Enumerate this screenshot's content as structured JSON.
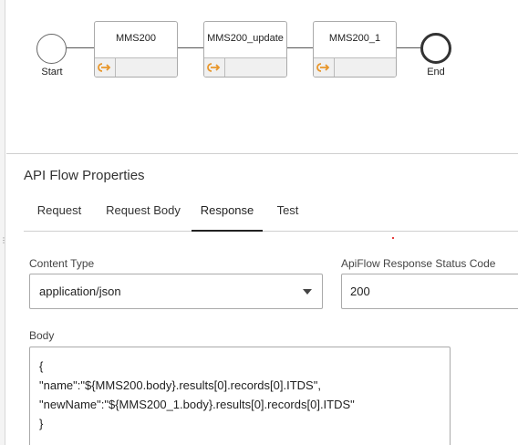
{
  "flow": {
    "start_label": "Start",
    "end_label": "End",
    "tasks": [
      {
        "title": "MMS200",
        "icon": "output-arrow-icon"
      },
      {
        "title": "MMS200_update",
        "icon": "output-arrow-icon"
      },
      {
        "title": "MMS200_1",
        "icon": "output-arrow-icon"
      }
    ],
    "icon_color": "#e8962a"
  },
  "panel": {
    "title": "API Flow Properties",
    "tabs": [
      {
        "label": "Request",
        "active": false
      },
      {
        "label": "Request Body",
        "active": false
      },
      {
        "label": "Response",
        "active": true
      },
      {
        "label": "Test",
        "active": false
      }
    ]
  },
  "response": {
    "content_type_label": "Content Type",
    "content_type_value": "application/json",
    "status_code_label": "ApiFlow Response Status Code",
    "status_code_value": "200",
    "body_label": "Body",
    "body_lines": [
      "{",
      "\"name\":\"${MMS200.body}.results[0].records[0].ITDS\",",
      "\"newName\":\"${MMS200_1.body}.results[0].records[0].ITDS\"",
      "}"
    ]
  }
}
